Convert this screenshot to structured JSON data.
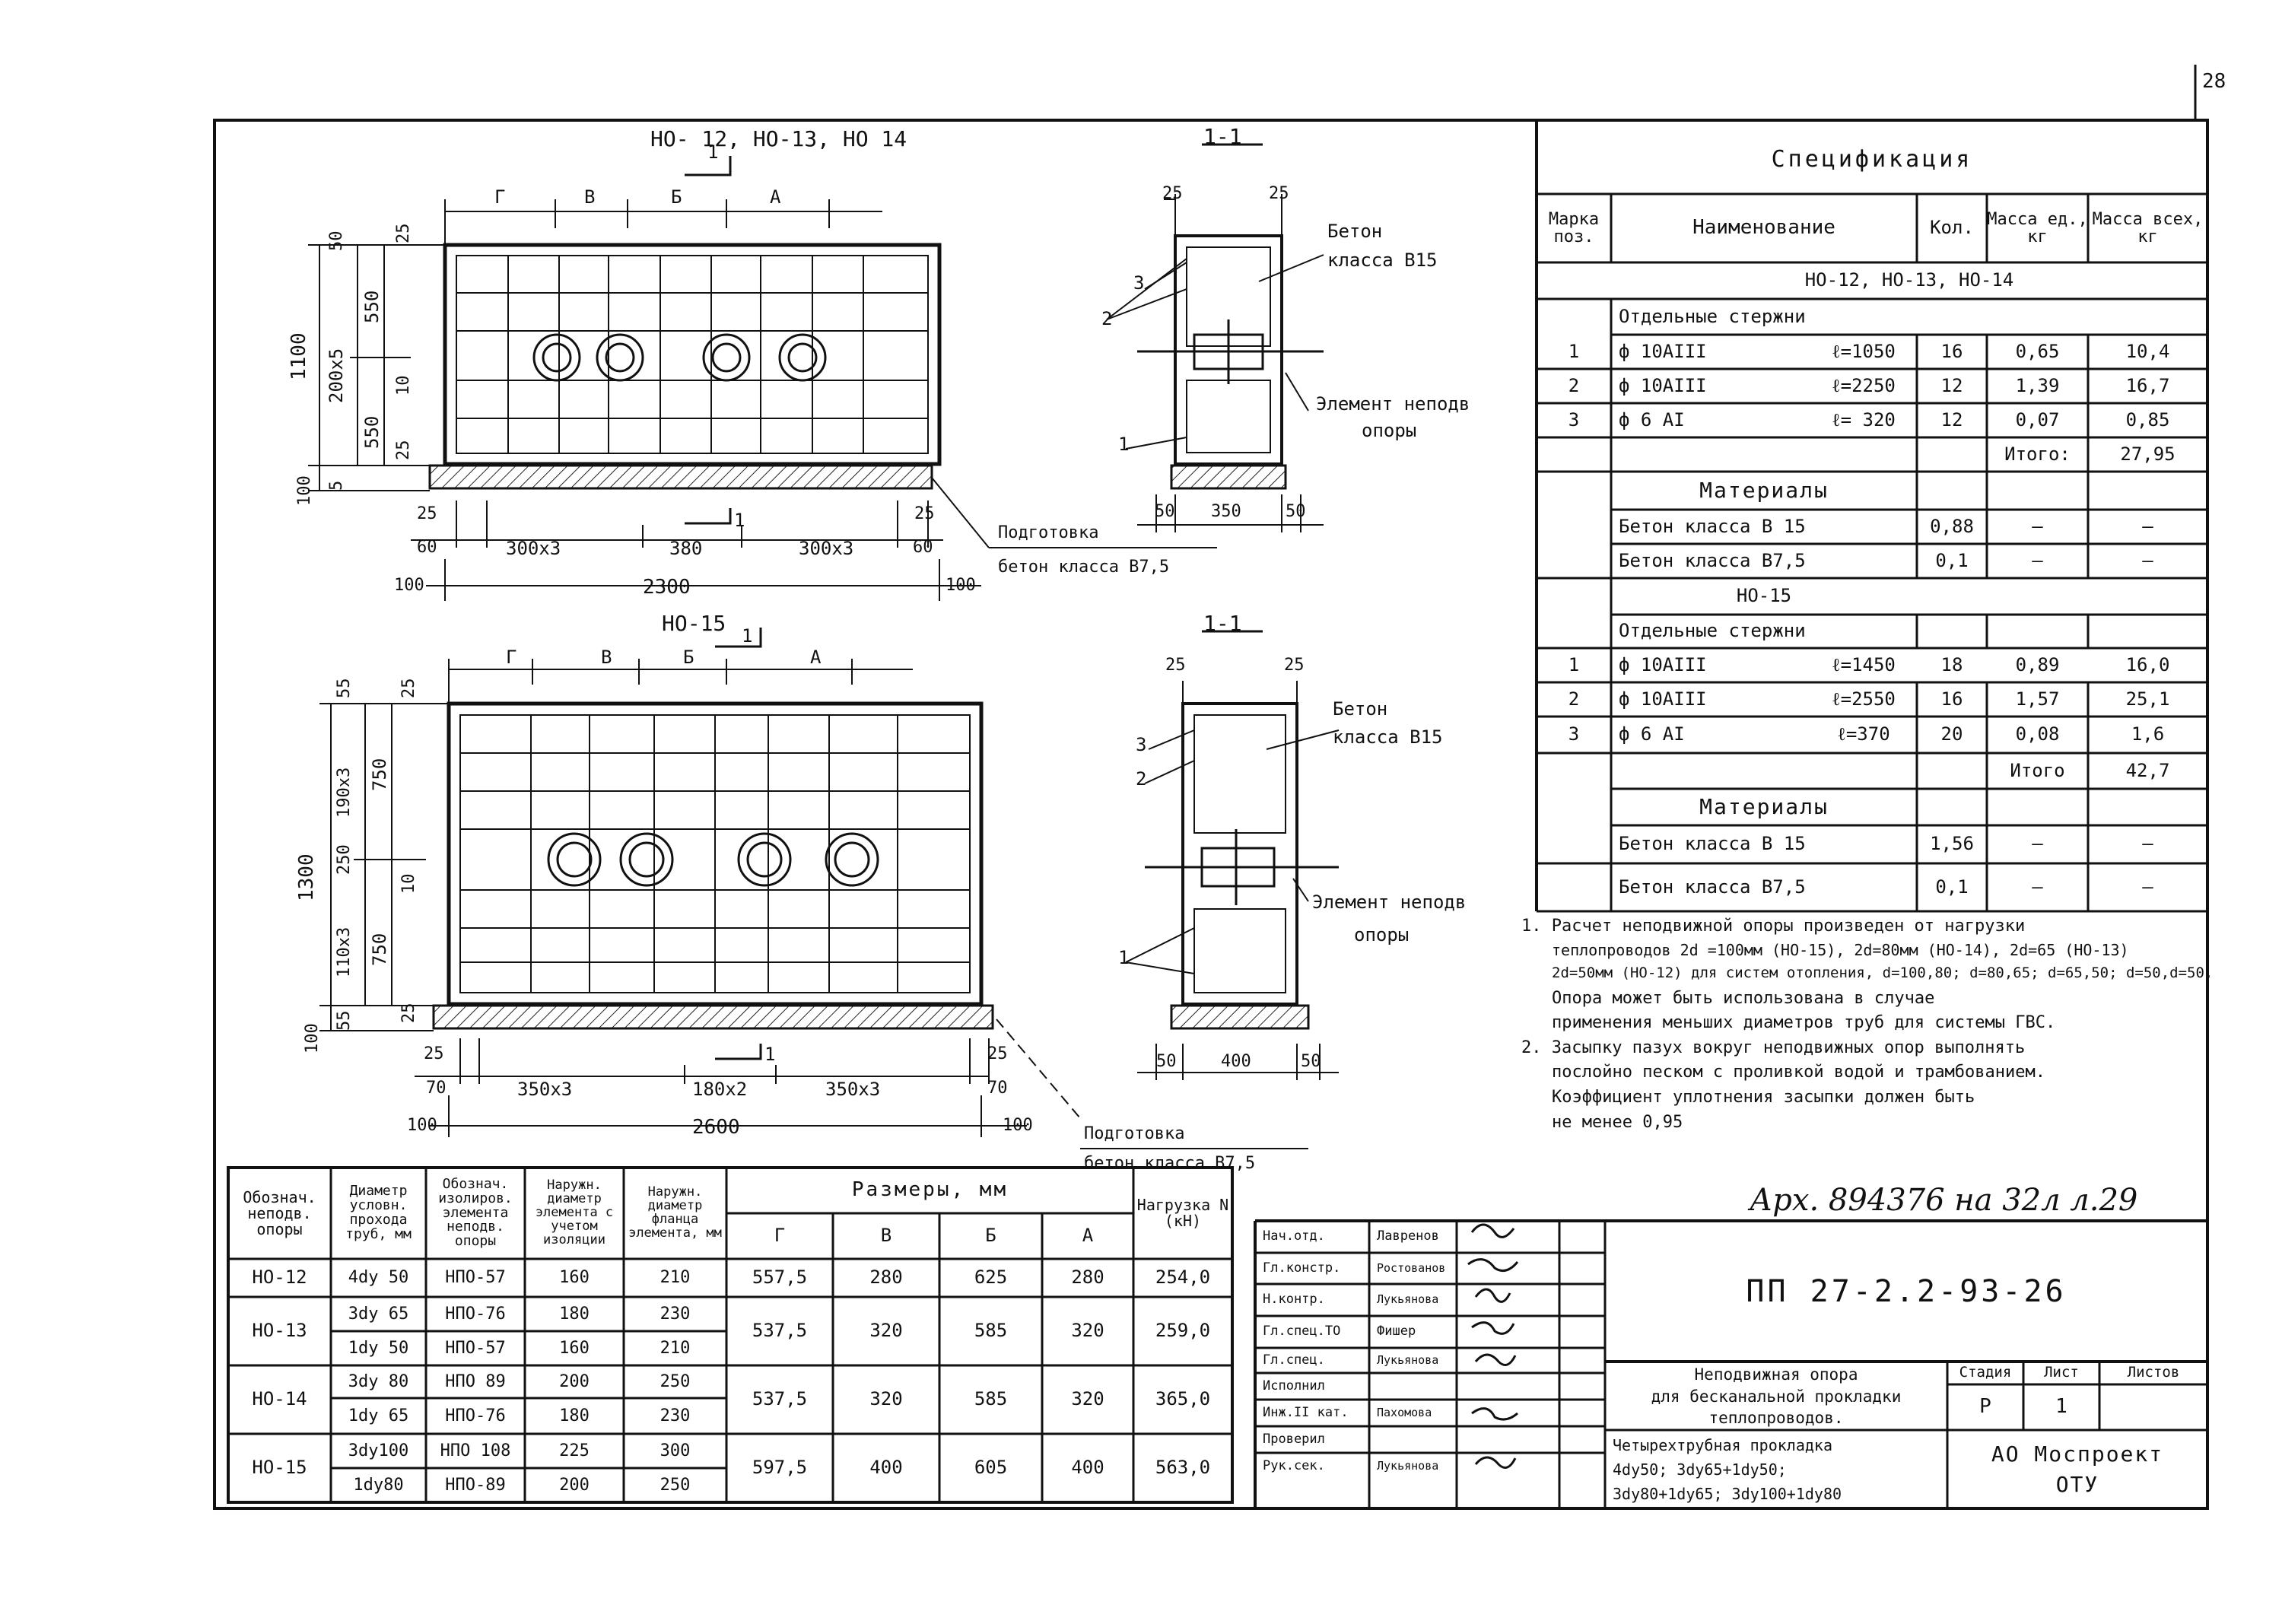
{
  "sheet_number": "28",
  "views": {
    "top_title": "НО- 12, НО-13, НО 14",
    "bottom_title": "НО-15",
    "section_label_top": "1-1",
    "section_label_bottom": "1-1",
    "section_mark": "1",
    "top_dims": {
      "labels_top": [
        "Г",
        "В",
        "Б",
        "А"
      ],
      "left_1100": "1100",
      "left_200x5": "200х5",
      "left_550a": "550",
      "left_550b": "550",
      "left_50": "50",
      "left_25a": "25",
      "left_10": "10",
      "left_25b": "25",
      "left_100": "100",
      "left_5": "5",
      "bottom_25l": "25",
      "bottom_60l": "60",
      "bottom_300x3a": "300х3",
      "bottom_380": "380",
      "bottom_300x3b": "300х3",
      "bottom_60r": "60",
      "bottom_25r": "25",
      "bottom_100l": "100",
      "bottom_2300": "2300",
      "bottom_100r": "100",
      "prep_label_1": "Подготовка",
      "prep_label_2": "бетон класса В7,5"
    },
    "bottom_dims": {
      "labels_top": [
        "Г",
        "В",
        "Б",
        "А"
      ],
      "left_1300": "1300",
      "left_190x3": "190х3",
      "left_110x3": "110х3",
      "left_750a": "750",
      "left_750b": "750",
      "left_250": "250",
      "left_55a": "55",
      "left_25a": "25",
      "left_10": "10",
      "left_55b": "55",
      "left_100": "100",
      "left_25b": "25",
      "bottom_25l": "25",
      "bottom_70l": "70",
      "bottom_350x3a": "350х3",
      "bottom_180x2": "180х2",
      "bottom_350x3b": "350х3",
      "bottom_70r": "70",
      "bottom_25r": "25",
      "bottom_100l": "100",
      "bottom_2600": "2600",
      "bottom_100r": "100",
      "prep_label_1": "Подготовка",
      "prep_label_2": "бетон класса В7,5"
    },
    "section_top": {
      "dim_25a": "25",
      "dim_25b": "25",
      "dim_50a": "50",
      "dim_350": "350",
      "dim_50b": "50",
      "concrete_1": "Бетон",
      "concrete_2": "класса В15",
      "element_1": "Элемент неподв",
      "element_2": "опоры",
      "pos_3": "3",
      "pos_2": "2",
      "pos_1": "1"
    },
    "section_bottom": {
      "dim_25a": "25",
      "dim_25b": "25",
      "dim_50a": "50",
      "dim_400": "400",
      "dim_50b": "50",
      "concrete_1": "Бетон",
      "concrete_2": "класса В15",
      "element_1": "Элемент неподв",
      "element_2": "опоры",
      "pos_3": "3",
      "pos_2": "2",
      "pos_1": "1"
    }
  },
  "spec": {
    "title": "Спецификация",
    "headers": [
      "Марка поз.",
      "Наименование",
      "Кол.",
      "Масса ед., кг",
      "Масса всех, кг"
    ],
    "group1_title": "НО-12, НО-13, НО-14",
    "group1_sub": "Отдельные стержни",
    "group1_rows": [
      {
        "pos": "1",
        "name": "ф 10АIII",
        "len": "ℓ=1050",
        "qty": "16",
        "unit": "0,65",
        "total": "10,4"
      },
      {
        "pos": "2",
        "name": "ф 10АIII",
        "len": "ℓ=2250",
        "qty": "12",
        "unit": "1,39",
        "total": "16,7"
      },
      {
        "pos": "3",
        "name": "ф 6 АI",
        "len": "ℓ= 320",
        "qty": "12",
        "unit": "0,07",
        "total": "0,85"
      }
    ],
    "group1_total_label": "Итого:",
    "group1_total": "27,95",
    "group1_materials_title": "Материалы",
    "group1_materials": [
      {
        "name": "Бетон класса В 15",
        "qty": "0,88",
        "unit": "—",
        "total": "—"
      },
      {
        "name": "Бетон класса В7,5",
        "qty": "0,1",
        "unit": "—",
        "total": "—"
      }
    ],
    "group2_title": "НО-15",
    "group2_sub": "Отдельные стержни",
    "group2_rows": [
      {
        "pos": "1",
        "name": "ф 10АIII",
        "len": "ℓ=1450",
        "qty": "18",
        "unit": "0,89",
        "total": "16,0"
      },
      {
        "pos": "2",
        "name": "ф 10АIII",
        "len": "ℓ=2550",
        "qty": "16",
        "unit": "1,57",
        "total": "25,1"
      },
      {
        "pos": "3",
        "name": "ф 6 АI",
        "len": "ℓ=370",
        "qty": "20",
        "unit": "0,08",
        "total": "1,6"
      }
    ],
    "group2_total_label": "Итого",
    "group2_total": "42,7",
    "group2_materials_title": "Материалы",
    "group2_materials": [
      {
        "name": "Бетон класса В 15",
        "qty": "1,56",
        "unit": "—",
        "total": "—"
      },
      {
        "name": "Бетон класса В7,5",
        "qty": "0,1",
        "unit": "—",
        "total": "—"
      }
    ]
  },
  "notes": [
    "1. Расчет неподвижной опоры произведен от нагрузки",
    "теплопроводов 2d =100мм (НО-15), 2d=80мм (НО-14), 2d=65 (НО-13)",
    "2d=50мм (НО-12) для систем отопления, d=100,80; d=80,65; d=65,50; d=50,d=50.",
    "Опора может быть использована в случае",
    "применения меньших диаметров труб для системы ГВС.",
    "2. Засыпку пазух вокруг неподвижных опор выполнять",
    "послойно песком с проливкой водой и трамбованием.",
    "Коэффициент уплотнения засыпки должен быть",
    "не менее 0,95"
  ],
  "archive_note": "Арх. 894376 на 32л л.29",
  "dims_table": {
    "headers": [
      "Обознач. неподв. опоры",
      "Диаметр условн. прохода труб, мм",
      "Обознач. изолиров. элемента неподв. опоры",
      "Наружн. диаметр элемента с учетом изоляции",
      "Наружн. диаметр фланца элемента, мм"
    ],
    "sizes_header": "Размеры, мм",
    "size_cols": [
      "Г",
      "В",
      "Б",
      "А"
    ],
    "load_header": "Нагрузка N (кН)",
    "rows": [
      {
        "mark": "НО-12",
        "dia": [
          "4dу 50"
        ],
        "elem": [
          "НПО-57"
        ],
        "outer": [
          "160"
        ],
        "flange": [
          "210"
        ],
        "G": "557,5",
        "V": "280",
        "B": "625",
        "A": "280",
        "N": "254,0"
      },
      {
        "mark": "НО-13",
        "dia": [
          "3dу 65",
          "1dу 50"
        ],
        "elem": [
          "НПО-76",
          "НПО-57"
        ],
        "outer": [
          "180",
          "160"
        ],
        "flange": [
          "230",
          "210"
        ],
        "G": "537,5",
        "V": "320",
        "B": "585",
        "A": "320",
        "N": "259,0"
      },
      {
        "mark": "НО-14",
        "dia": [
          "3dу 80",
          "1dу 65"
        ],
        "elem": [
          "НПО 89",
          "НПО-76"
        ],
        "outer": [
          "200",
          "180"
        ],
        "flange": [
          "250",
          "230"
        ],
        "G": "537,5",
        "V": "320",
        "B": "585",
        "A": "320",
        "N": "365,0"
      },
      {
        "mark": "НО-15",
        "dia": [
          "3dу100",
          "1dу80"
        ],
        "elem": [
          "НПО 108",
          "НПО-89"
        ],
        "outer": [
          "225",
          "200"
        ],
        "flange": [
          "300",
          "250"
        ],
        "G": "597,5",
        "V": "400",
        "B": "605",
        "A": "400",
        "N": "563,0"
      }
    ]
  },
  "stamp": {
    "code": "ПП 27-2.2-93-26",
    "staff": [
      {
        "role": "Нач.отд.",
        "name": "Лавренов"
      },
      {
        "role": "Гл.констр.",
        "name": "Ростованов"
      },
      {
        "role": "Н.контр.",
        "name": "Лукьянова"
      },
      {
        "role": "Гл.спец.ТО",
        "name": "Фишер"
      },
      {
        "role": "Гл.спец.",
        "name": "Лукьянова"
      },
      {
        "role": "Исполнил",
        "name": ""
      },
      {
        "role": "Инж.II кат.",
        "name": "Пахомова"
      },
      {
        "role": "Проверил",
        "name": ""
      },
      {
        "role": "Рук.сек.",
        "name": "Лукьянова"
      }
    ],
    "title_lines": [
      "Неподвижная опора",
      "для бесканальной прокладки",
      "теплопроводов."
    ],
    "desc_lines": [
      "Четырехтрубная прокладка",
      "4dу50; 3dу65+1dу50;",
      "3dу80+1dу65; 3dу100+1dу80"
    ],
    "stage_header": "Стадия",
    "sheet_header": "Лист",
    "sheets_header": "Листов",
    "stage": "Р",
    "sheet": "1",
    "sheets": "",
    "org_1": "АО Моспроект",
    "org_2": "ОТУ"
  }
}
